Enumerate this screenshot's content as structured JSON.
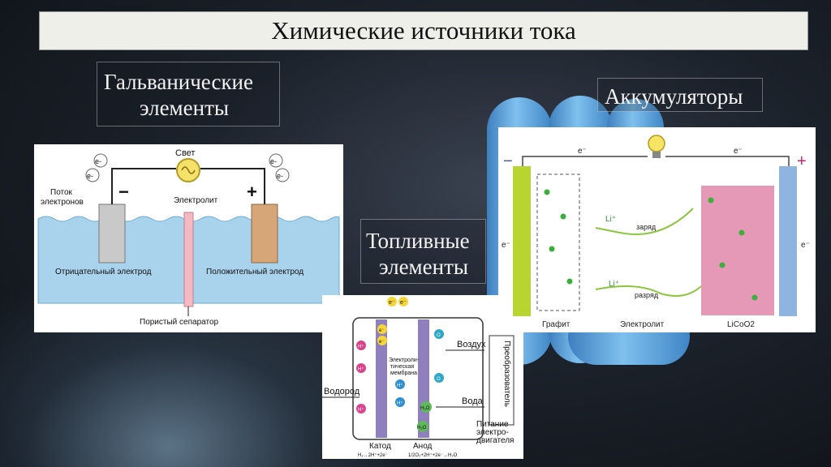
{
  "title": "Химические источники тока",
  "labels": {
    "galvanic_line1": "Гальванические",
    "galvanic_line2": "элементы",
    "fuel_line1": "Топливные",
    "fuel_line2": "элементы",
    "accumulators": "Аккумуляторы"
  },
  "galvanic": {
    "light": "Свет",
    "electron": "e-",
    "electron_flow_1": "Поток",
    "electron_flow_2": "электронов",
    "electrolyte": "Электролит",
    "minus": "−",
    "plus": "+",
    "negative_electrode": "Отрицательный электрод",
    "positive_electrode": "Положительный электрод",
    "separator": "Пористый сепаратор"
  },
  "fuel": {
    "air": "Воздух",
    "hydrogen": "Водород",
    "water": "Вода",
    "converter": "Преобразователь",
    "power_1": "Питание",
    "power_2": "электро-",
    "power_3": "двигателя",
    "cathode": "Катод",
    "anode": "Анод",
    "membrane_1": "Электроли-",
    "membrane_2": "тическая",
    "membrane_3": "мембрана",
    "cathode_eq": "H₂→2H⁺+2e⁻",
    "anode_eq": "1/2O₂+2H⁺+2e⁻→H₂O",
    "e_label": "e⁻",
    "h_label": "H⁺",
    "o_label": "O",
    "water_mol": "H₂O"
  },
  "accumulator": {
    "minus": "−",
    "plus": "+",
    "e_label": "e⁻",
    "li_label": "Li⁺",
    "charge": "заряд",
    "discharge": "разряд",
    "graphite": "Графит",
    "electrolyte": "Электролит",
    "licoo2": "LiCoO2"
  }
}
